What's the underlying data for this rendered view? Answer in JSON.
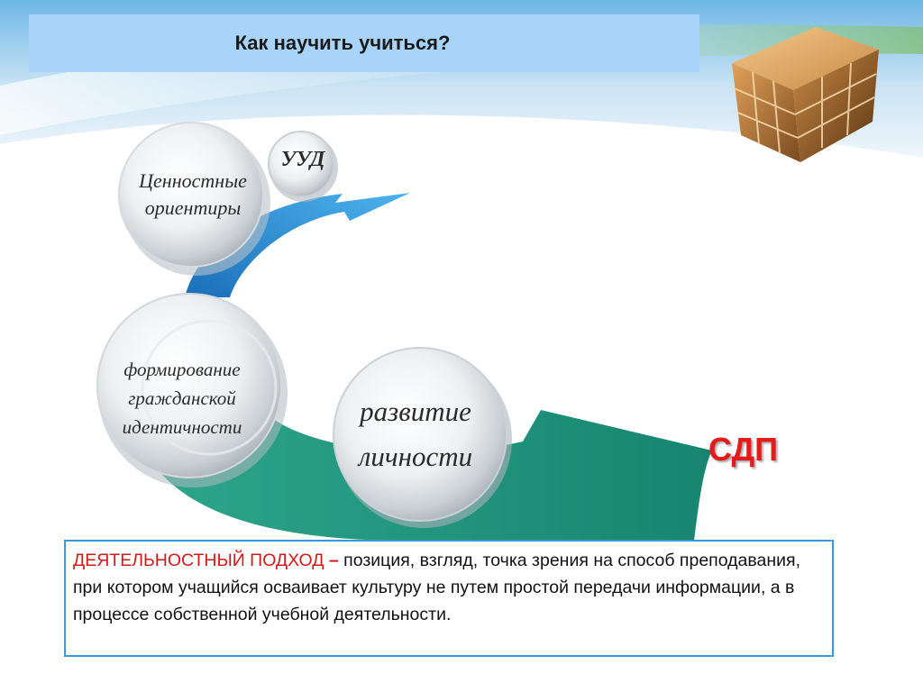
{
  "slide": {
    "title": "Как научить учиться?",
    "badge_label": "УУД",
    "bubbles": [
      {
        "line1": "Ценностные",
        "line2": "ориентиры"
      },
      {
        "line1": "формирование",
        "line2": "гражданской",
        "line3": "идентичности"
      },
      {
        "line1": "развитие",
        "line2": "личности"
      }
    ],
    "arrow_label": "СДП",
    "definition": {
      "term": "ДЕЯТЕЛЬНОСТНЫЙ ПОДХОД",
      "dash": "–",
      "text": " позиция, взгляд, точка зрения на способ преподавания, при котором учащийся осваивает культуру не путем простой передачи информации, а в процессе собственной учебной деятельности."
    }
  },
  "colors": {
    "title_bg": "#a8d4fb",
    "arrow_blue": "#2b8fd6",
    "arrow_teal": "#1f9a82",
    "accent_red": "#e31b1b",
    "box_border": "#3b97e0"
  }
}
